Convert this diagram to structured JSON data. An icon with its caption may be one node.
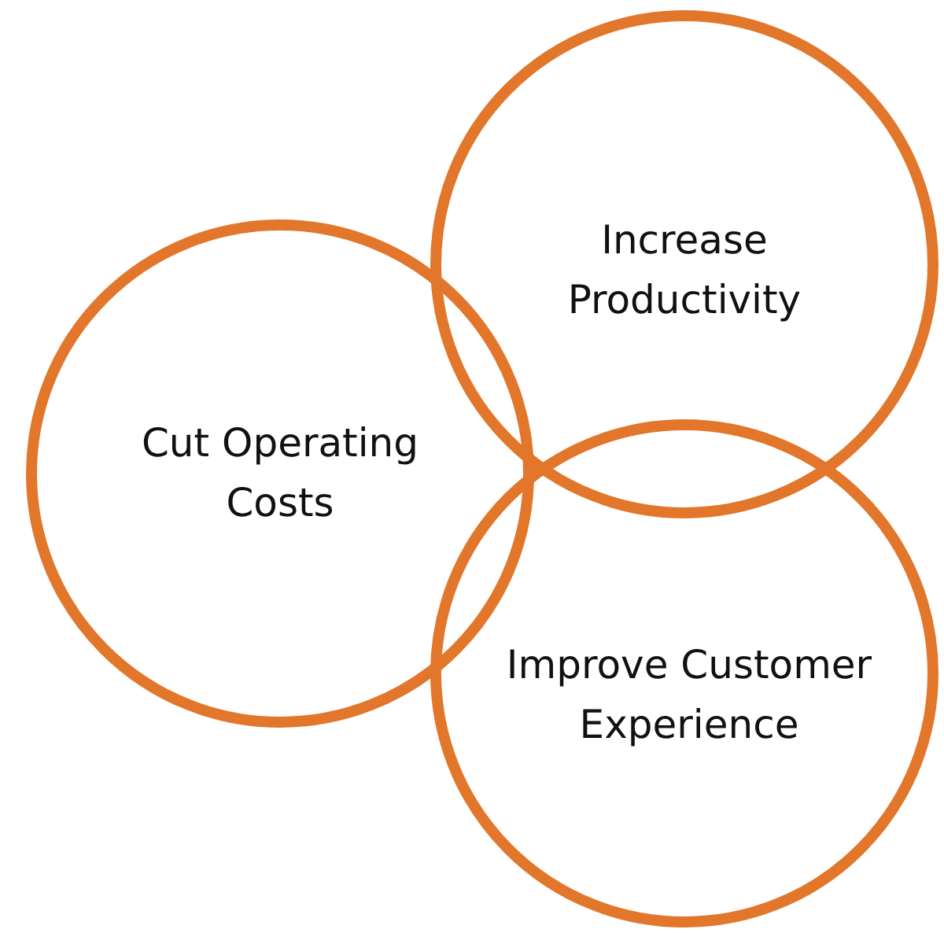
{
  "diagram": {
    "nodes": [
      {
        "text": [
          "Increase Productivity"
        ]
      },
      {
        "text": [
          "Cut Operating Costs"
        ]
      },
      {
        "text": [
          "Improve Customer Experience"
        ]
      }
    ]
  }
}
